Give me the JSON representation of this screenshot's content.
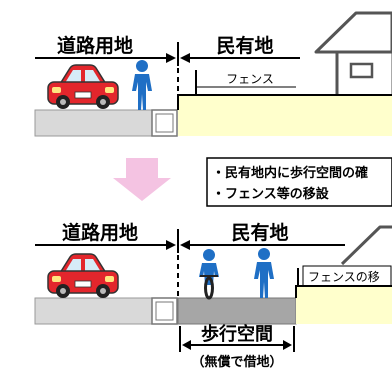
{
  "top": {
    "road_label": "道路用地",
    "private_label": "民有地",
    "fence_label": "フェンス"
  },
  "note": {
    "line1": "・民有地内に歩行空間の確",
    "line2": "・フェンス等の移設"
  },
  "bottom": {
    "road_label": "道路用地",
    "private_label": "民有地",
    "fence_label": "フェンスの移",
    "walkway_label": "歩行空間",
    "walkway_note": "（無償で借地）"
  },
  "colors": {
    "road": "#d9d9d9",
    "walkway": "#a6a6a6",
    "private_land": "#ffffcc",
    "car": "#e3262c",
    "person": "#1f6fc5",
    "down_arrow": "#f4c3e2"
  }
}
